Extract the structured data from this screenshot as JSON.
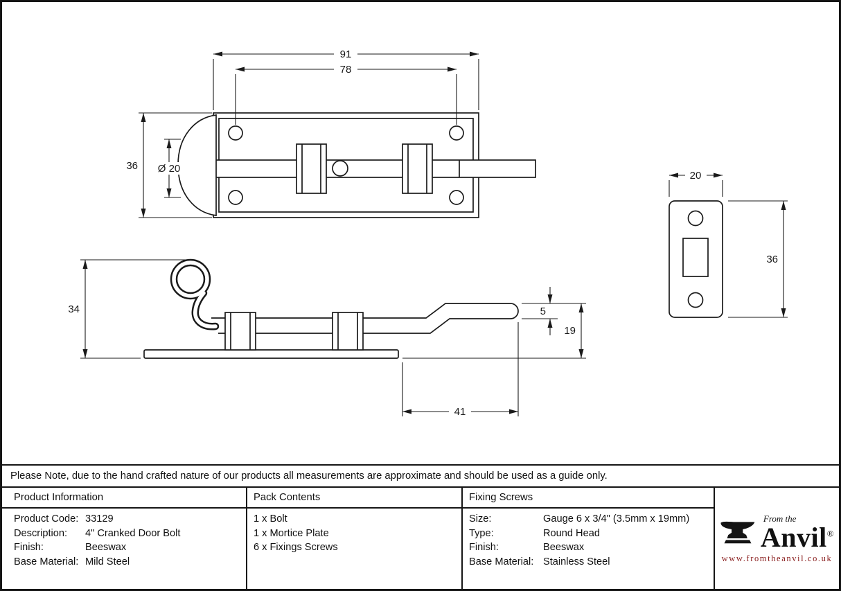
{
  "note": "Please Note, due to the hand crafted nature of our products all measurements are approximate and should be used as a guide only.",
  "drawing": {
    "plan_view": {
      "dim_overall_length": "91",
      "dim_hole_spacing": "78",
      "dim_plate_height": "36",
      "dim_knob_diameter": "Ø 20"
    },
    "side_view": {
      "dim_overall_height": "34",
      "dim_crank_offset": "5",
      "dim_end_height": "19",
      "dim_crank_length": "41"
    },
    "mortice_plate": {
      "dim_width": "20",
      "dim_height": "36"
    }
  },
  "table": {
    "product_information": {
      "header": "Product Information",
      "rows": [
        {
          "label": "Product Code:",
          "value": "33129"
        },
        {
          "label": "Description:",
          "value": "4\" Cranked Door Bolt"
        },
        {
          "label": "Finish:",
          "value": "Beeswax"
        },
        {
          "label": "Base Material:",
          "value": "Mild Steel"
        }
      ]
    },
    "pack_contents": {
      "header": "Pack Contents",
      "items": [
        "1 x Bolt",
        "1 x Mortice Plate",
        "6 x Fixings Screws"
      ]
    },
    "fixing_screws": {
      "header": "Fixing Screws",
      "rows": [
        {
          "label": "Size:",
          "value": "Gauge 6 x 3/4\" (3.5mm x 19mm)"
        },
        {
          "label": "Type:",
          "value": "Round Head"
        },
        {
          "label": "Finish:",
          "value": "Beeswax"
        },
        {
          "label": "Base Material:",
          "value": "Stainless Steel"
        }
      ]
    }
  },
  "brand": {
    "tagline": "From the",
    "name": "Anvil",
    "registered": "®",
    "website": "www.fromtheanvil.co.uk"
  }
}
